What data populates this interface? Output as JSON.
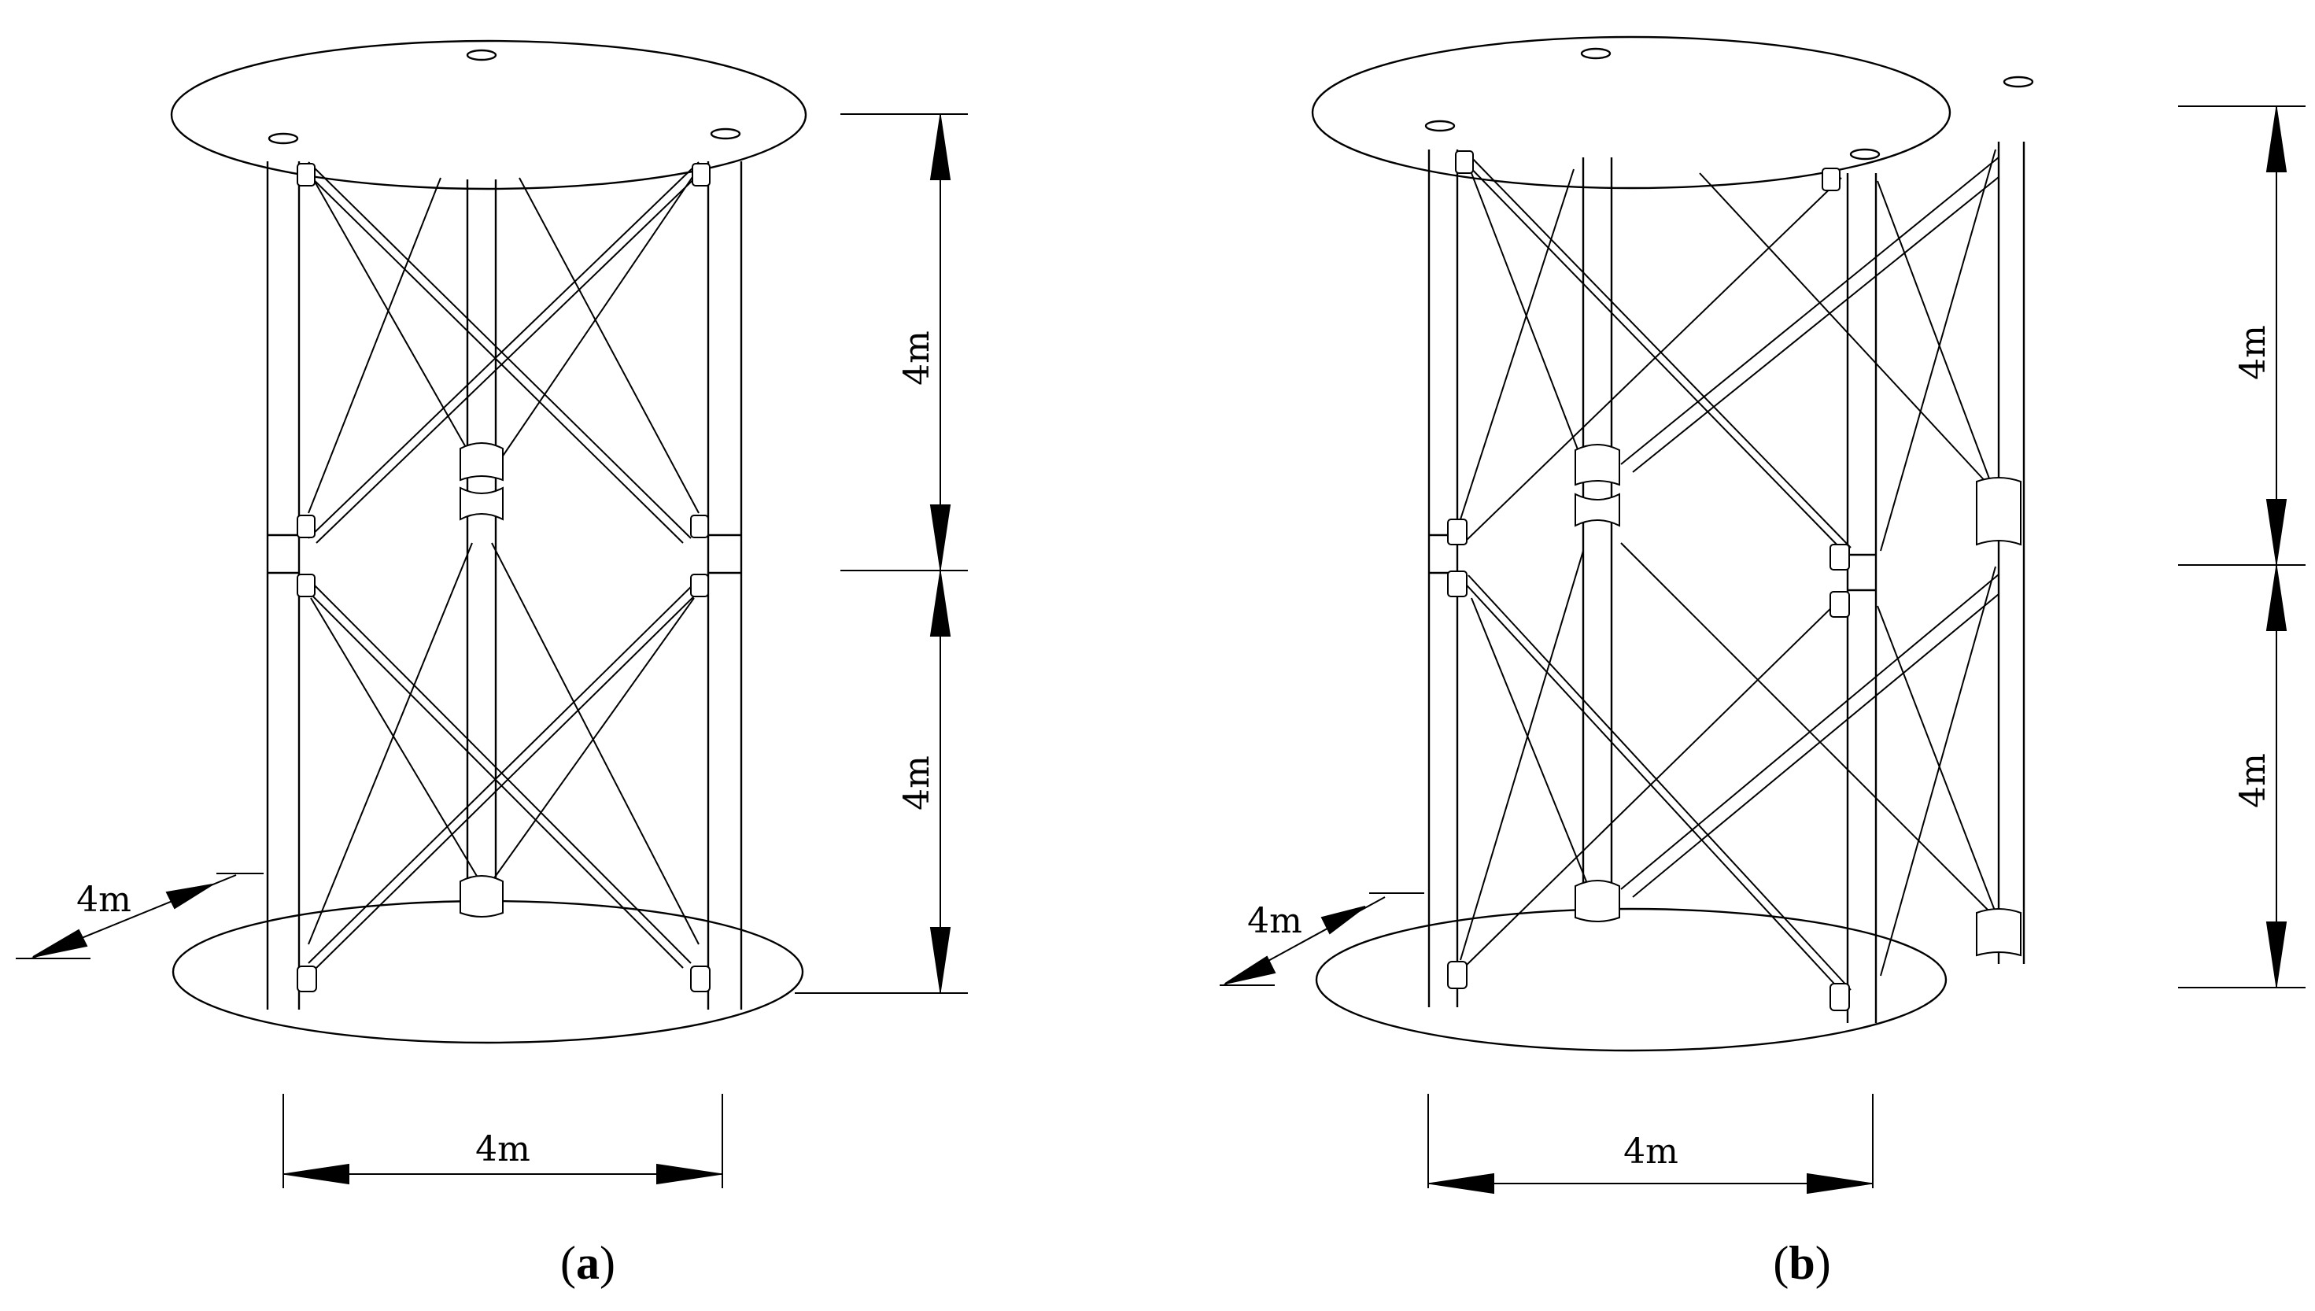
{
  "figure": {
    "panel_a": {
      "caption_open": "(",
      "caption_letter": "a",
      "caption_close": ")",
      "height_upper": "4m",
      "height_lower": "4m",
      "width": "4m",
      "depth": "4m"
    },
    "panel_b": {
      "caption_open": "(",
      "caption_letter": "b",
      "caption_close": ")",
      "height_upper": "4m",
      "height_lower": "4m",
      "width": "4m",
      "depth": "4m"
    }
  },
  "colors": {
    "line": "#000000",
    "background": "#ffffff"
  }
}
